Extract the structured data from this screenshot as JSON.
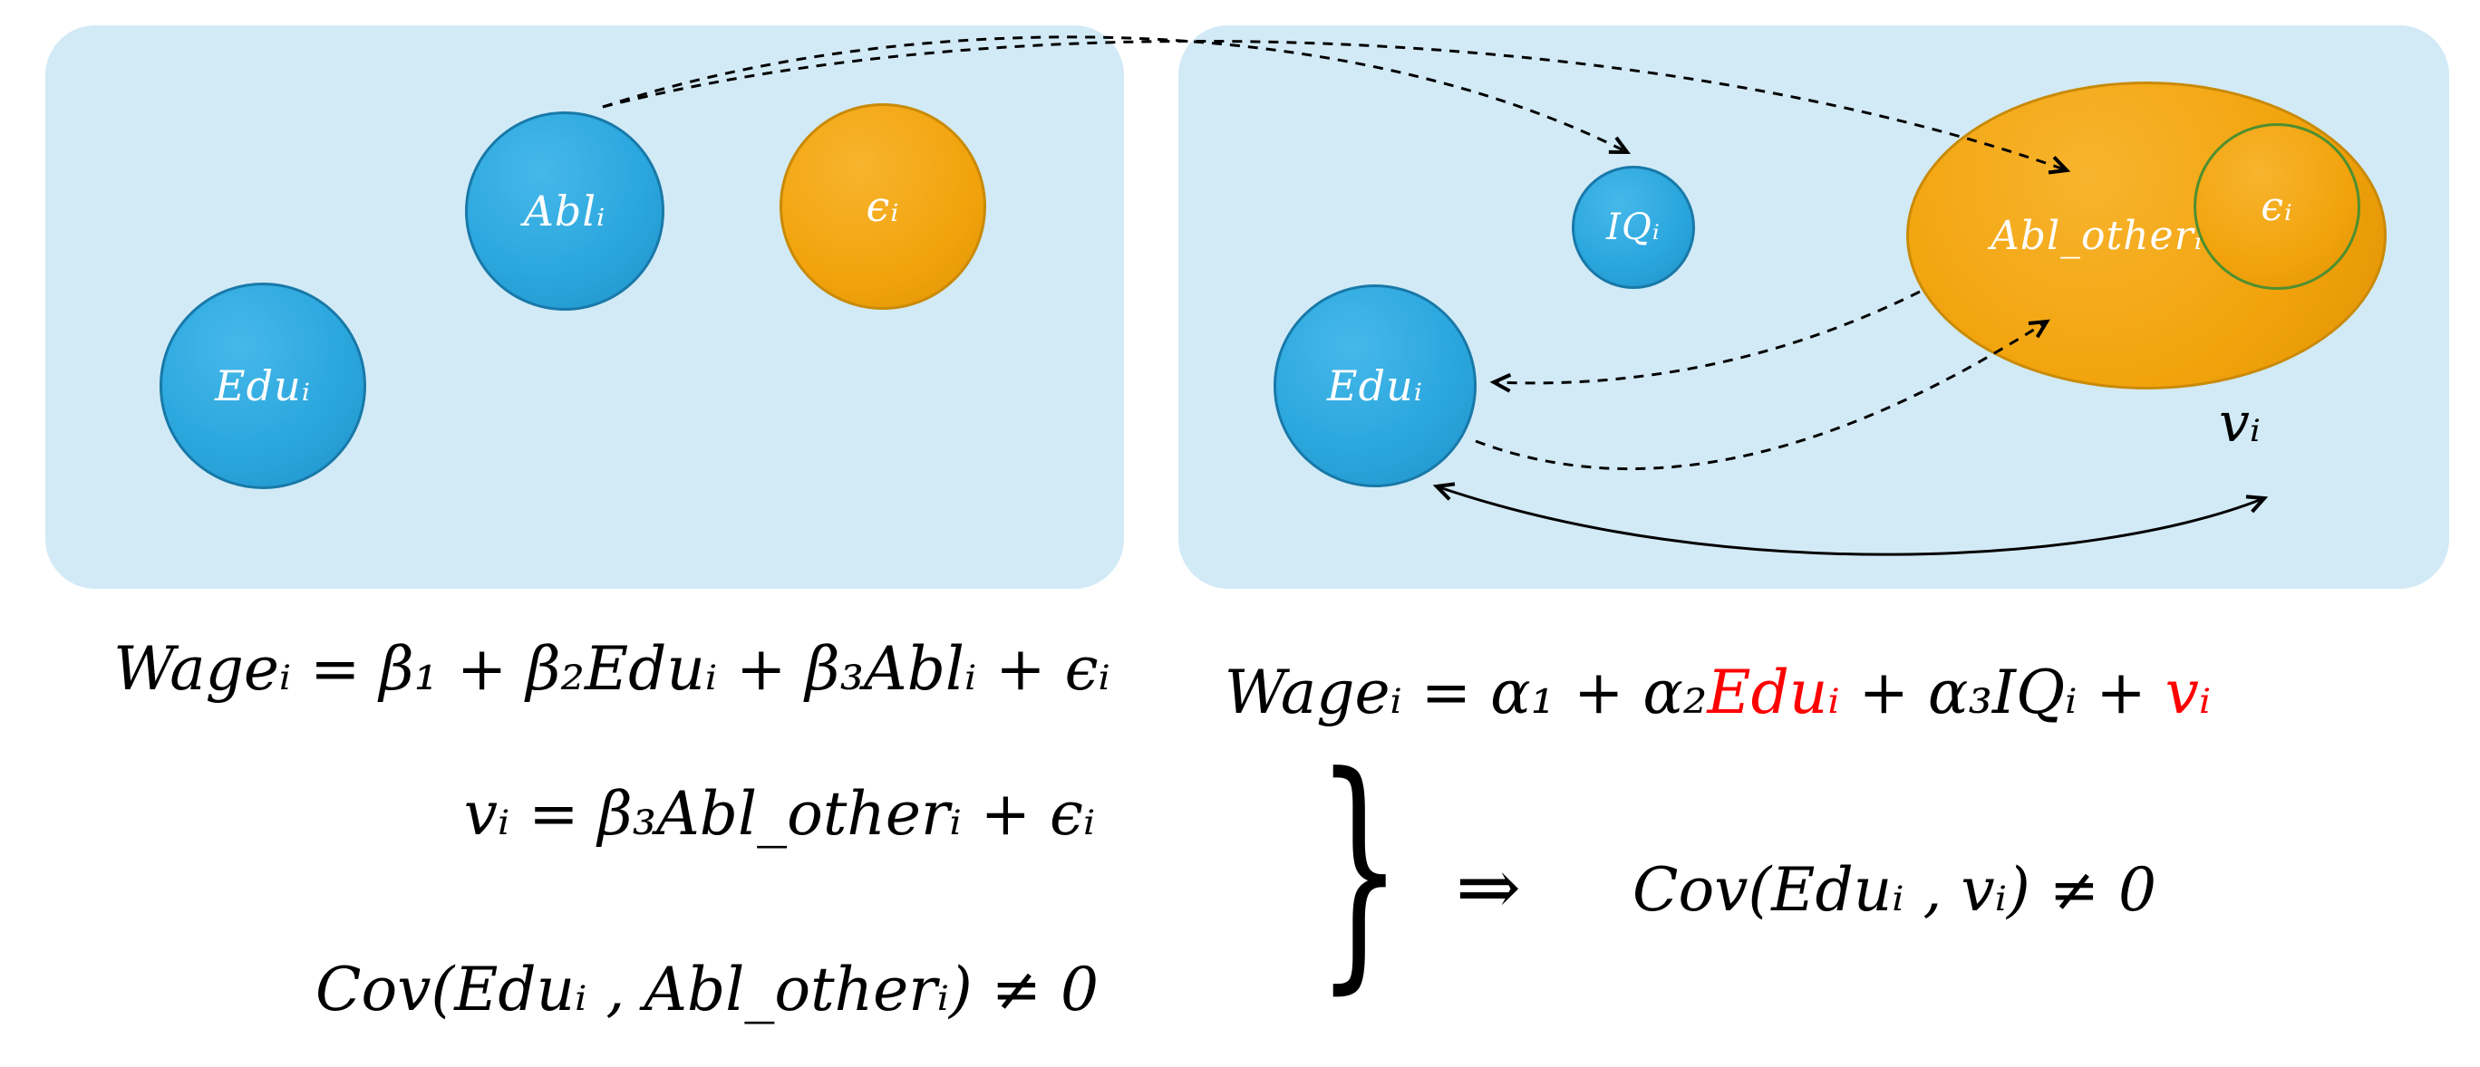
{
  "panels": {
    "left": {
      "nodes": {
        "edu": {
          "label": "Eduᵢ"
        },
        "abl": {
          "label": "Ablᵢ"
        },
        "eps": {
          "label": "ϵᵢ"
        }
      }
    },
    "right": {
      "nodes": {
        "edu": {
          "label": "Eduᵢ"
        },
        "iq": {
          "label": "IQᵢ"
        },
        "abl_other": {
          "label": "Abl_otherᵢ"
        },
        "eps": {
          "label": "ϵᵢ"
        },
        "v": {
          "label": "vᵢ"
        }
      }
    }
  },
  "equations": {
    "left_model": "Wageᵢ = β₁ + β₂Eduᵢ + β₃Ablᵢ + ϵᵢ",
    "right_model_parts": [
      {
        "text": "Wageᵢ = α₁ + α₂"
      },
      {
        "text": "Eduᵢ"
      },
      {
        "text": " + α₃IQᵢ + "
      },
      {
        "text": "vᵢ"
      }
    ],
    "v_definition": "vᵢ = β₃Abl_otherᵢ + ϵᵢ",
    "cov_condition": "Cov(Eduᵢ , Abl_otherᵢ) ≠ 0",
    "brace": "}",
    "implies_symbol": "⇒",
    "conclusion": "Cov(Eduᵢ , vᵢ) ≠ 0"
  },
  "colors": {
    "panel": "#d2eaf6",
    "blue": "#2ba7de",
    "blue_border": "#1879a8",
    "orange": "#f2a30c",
    "orange_border": "#c98a06",
    "green_border": "#4e8f2f",
    "red": "#ff0000"
  }
}
